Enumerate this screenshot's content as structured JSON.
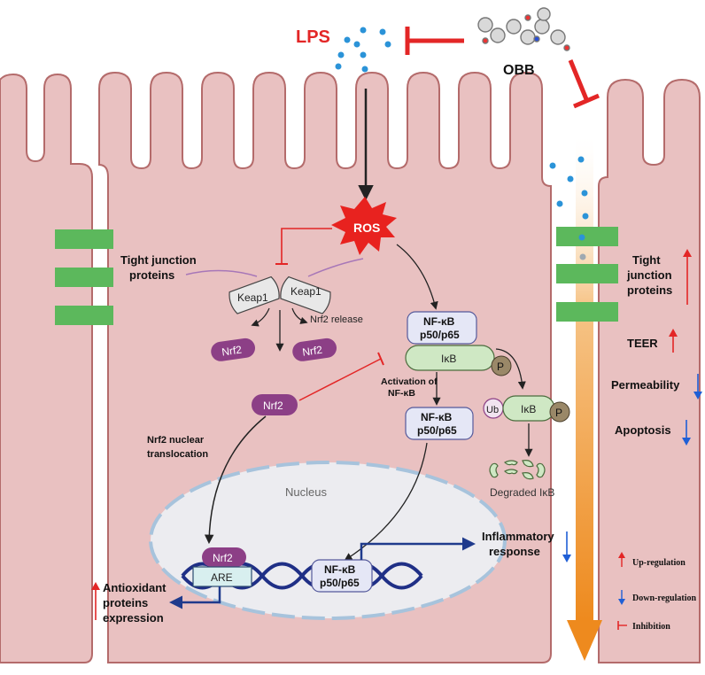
{
  "stimulus": {
    "lps": "LPS",
    "compound": "OBB",
    "ros": "ROS"
  },
  "keap1": {
    "left": "Keap1",
    "right": "Keap1"
  },
  "nrf2": {
    "released_left": "Nrf2",
    "released_right": "Nrf2",
    "cytoplasm": "Nrf2",
    "bound": "Nrf2",
    "release_label": "Nrf2 release",
    "translocation_label": "Nrf2 nuclear translocation"
  },
  "tight_junction": {
    "label": "Tight junction proteins",
    "right_label": "Tight junction proteins"
  },
  "nfkb": {
    "complex_line1": "NF-κB",
    "complex_line2": "p50/p65",
    "ikb": "IκB",
    "p": "P",
    "activation_label": "Activation of NF-κB",
    "free_line1": "NF-κB",
    "free_line2": "p50/p65",
    "ub": "Ub",
    "ikb_ub": "IκB",
    "p_ub": "P",
    "degraded_label": "Degraded IκB",
    "nuclear_line1": "NF-κB",
    "nuclear_line2": "p50/p65"
  },
  "nucleus": {
    "label": "Nucleus",
    "are": "ARE"
  },
  "outcomes": {
    "inflammatory": "Inflammatory response",
    "antioxidant": "Antioxidant proteins expression",
    "teer": "TEER",
    "permeability": "Permeability",
    "apoptosis": "Apoptosis"
  },
  "legend": {
    "up": "Up-regulation",
    "down": "Down-regulation",
    "inhibition": "Inhibition"
  },
  "colors": {
    "cell": "#e9c1c1",
    "cell_border": "#b46b6b",
    "red": "#e32626",
    "blue": "#1f5fd6",
    "nrf2": "#8c3f86",
    "tight_junction": "#5cb85c",
    "nfkb_box": "#e5e7f6",
    "ikb_green": "#cfe8c4",
    "p_circle": "#9a8868",
    "orange": "#ef8f24",
    "dna": "#1f2f86",
    "nucleus_fill": "#ececf0"
  }
}
